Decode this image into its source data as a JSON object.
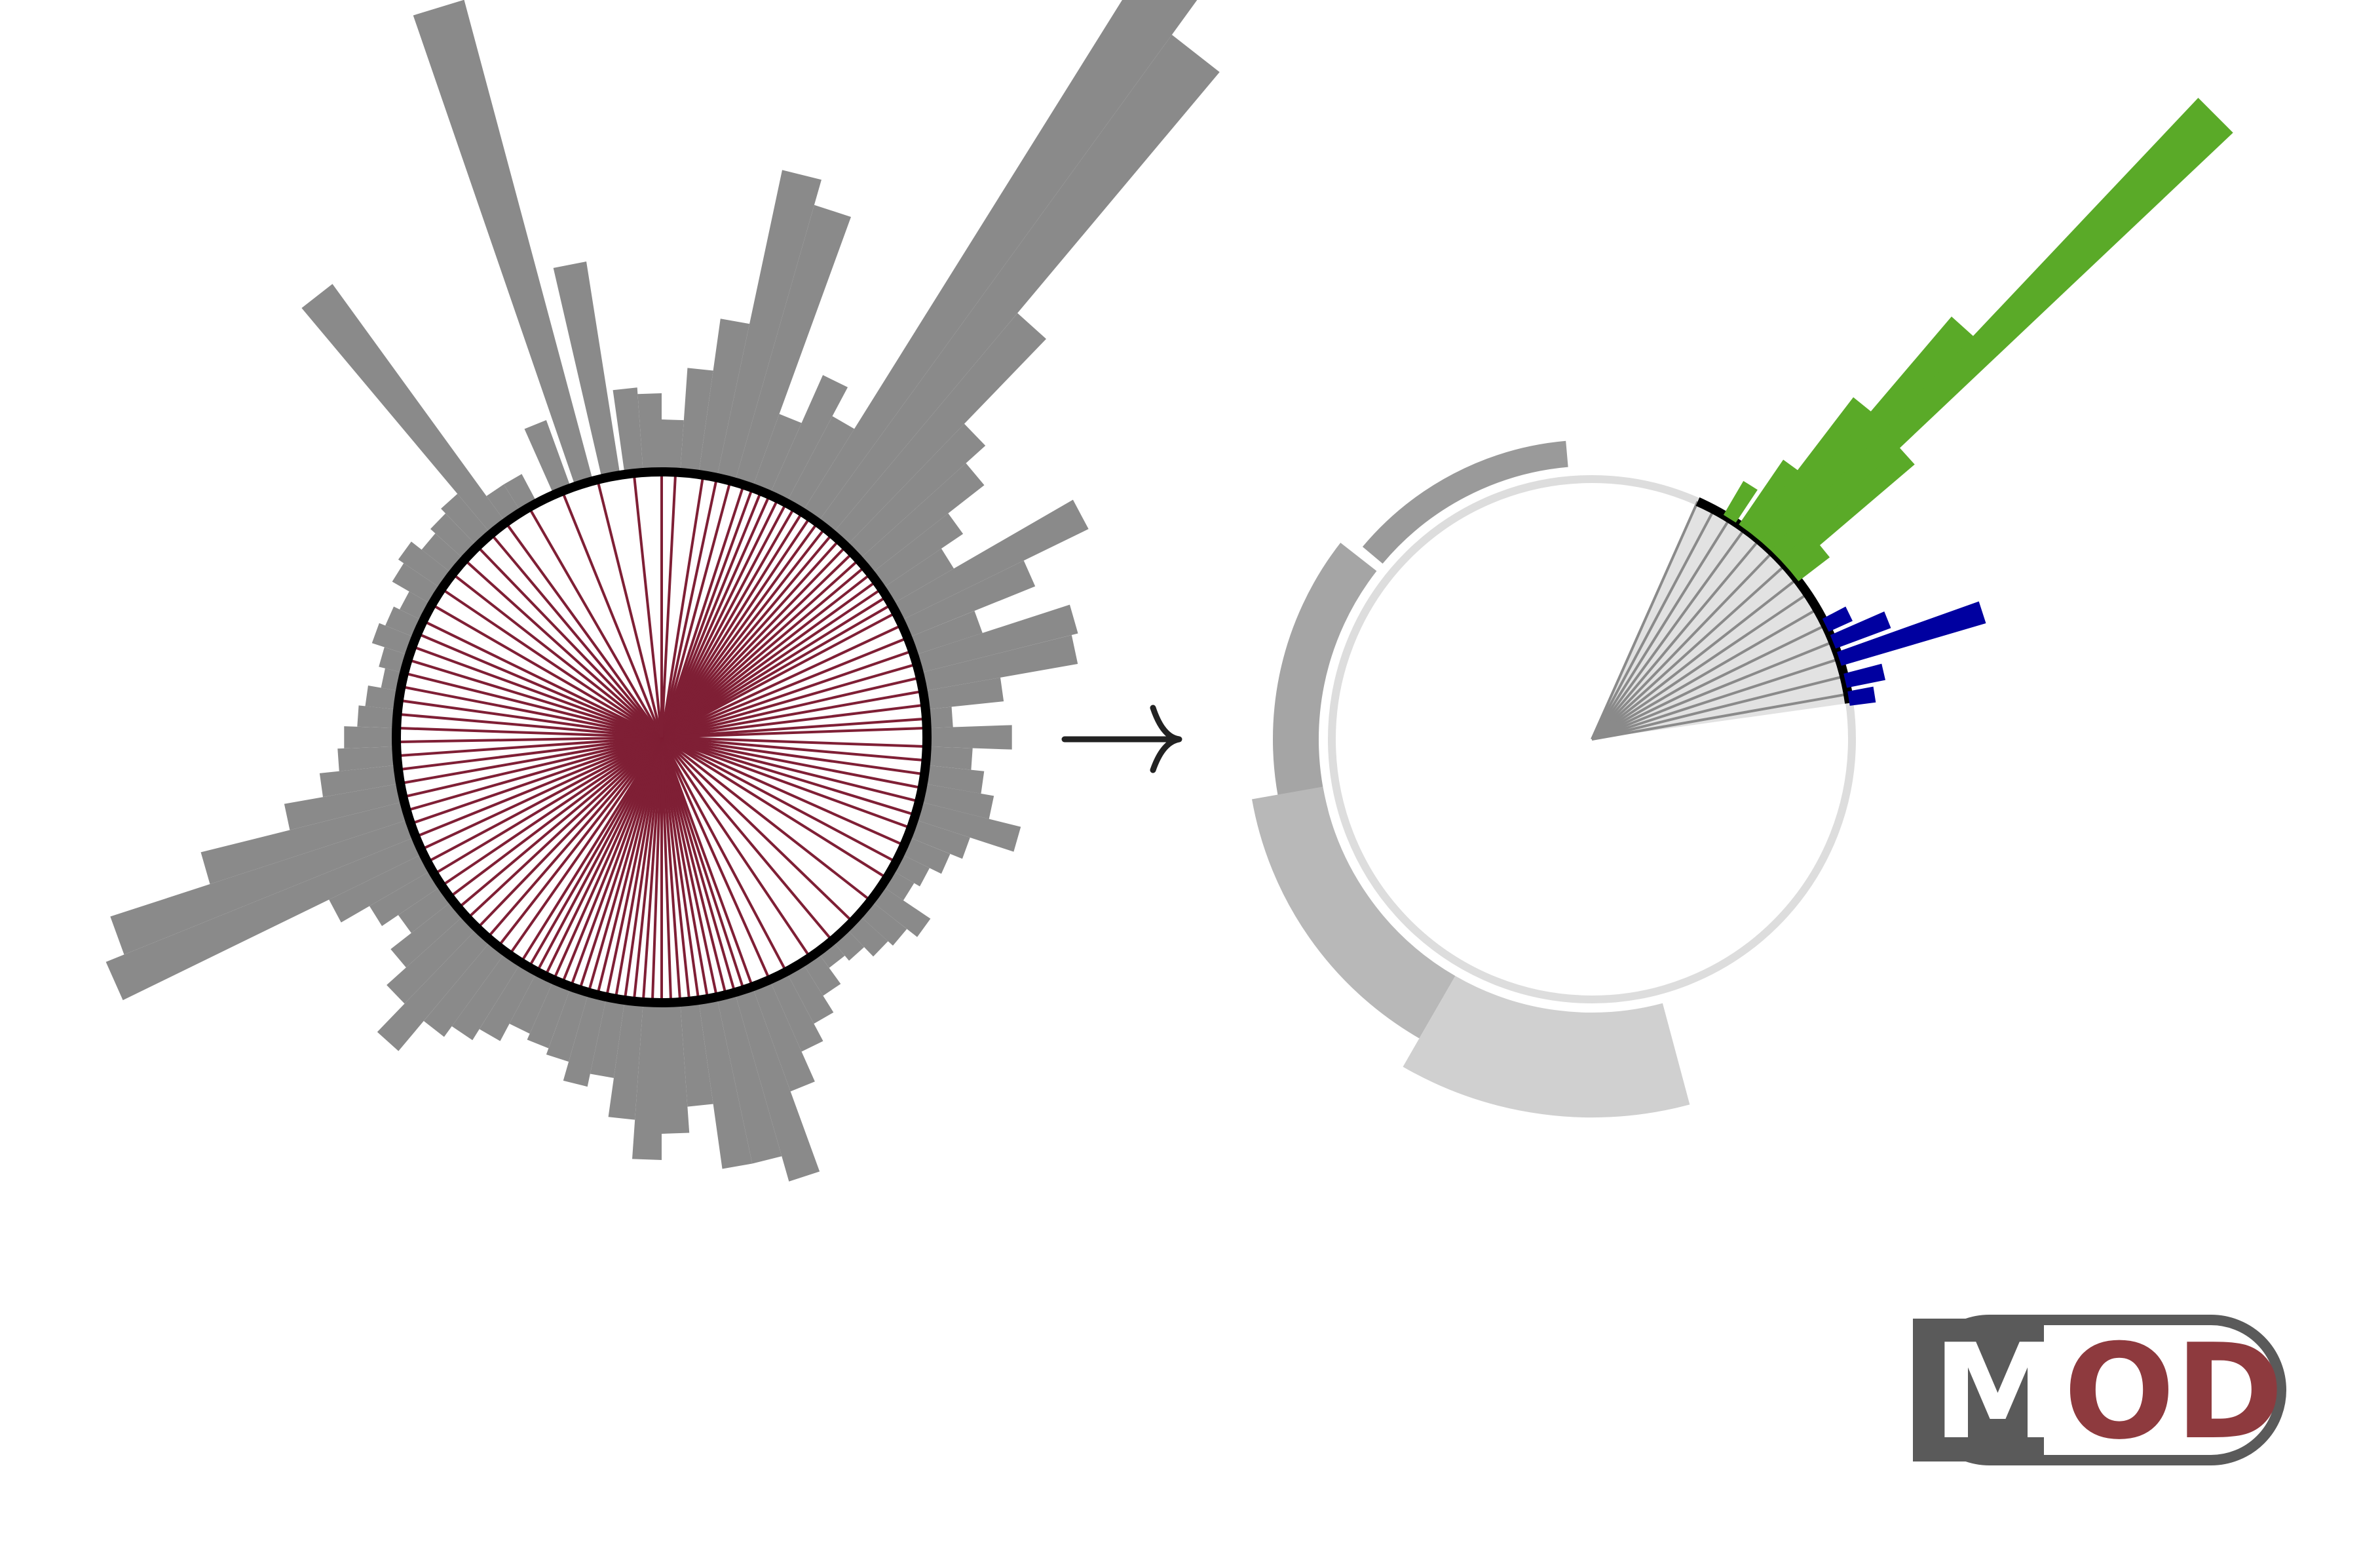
{
  "figure": {
    "left_panel": {
      "ring_color": "#000000",
      "spoke_color": "#7f1f35",
      "bar_color": "#8a8a8a",
      "spoke_angles_deg": [
        -87,
        -81,
        -78,
        -75,
        -72,
        -70,
        -68,
        -66,
        -64,
        -62,
        -60,
        -58,
        -56,
        -54,
        -52,
        -50,
        -48,
        -46,
        -44,
        -42,
        -40,
        -38,
        -36,
        -34,
        -32,
        -30,
        -28,
        -25,
        -22,
        -19,
        -16,
        -13,
        -10,
        -7,
        -4,
        -2,
        2,
        5,
        8,
        11,
        14,
        17,
        20,
        24,
        28,
        32,
        38,
        44,
        50,
        56,
        62,
        66,
        70,
        72,
        74,
        76,
        78,
        80,
        82,
        84,
        86,
        88,
        90,
        92,
        94,
        96,
        98,
        100,
        102,
        104,
        106,
        108,
        110,
        112,
        114,
        116,
        118,
        120,
        122,
        125,
        128,
        131,
        134,
        137,
        140,
        143,
        146,
        149,
        152,
        155,
        158,
        161,
        164,
        167,
        170,
        173,
        176,
        179,
        182,
        185,
        188,
        191,
        194,
        197,
        200,
        203,
        206,
        210,
        214,
        218,
        222,
        226,
        230,
        234,
        240,
        248,
        256,
        264,
        270
      ],
      "bar_angles_deg": [
        -112,
        -107,
        -101,
        -96,
        -92,
        -88,
        -84,
        -80,
        -76,
        -72,
        -68,
        -64,
        -60,
        -56,
        -52,
        -48,
        -44,
        -40,
        -36,
        -32,
        -28,
        -24,
        -20,
        -16,
        -12,
        -8,
        -4,
        0,
        4,
        8,
        12,
        16,
        20,
        24,
        28,
        32,
        36,
        40,
        44,
        48,
        52,
        56,
        60,
        64,
        68,
        72,
        76,
        80,
        84,
        88,
        92,
        96,
        100,
        104,
        108,
        112,
        116,
        120,
        124,
        128,
        132,
        136,
        140,
        144,
        148,
        152,
        156,
        160,
        164,
        168,
        172,
        176,
        180,
        184,
        188,
        192,
        196,
        200,
        204,
        208,
        212,
        216,
        220,
        224,
        228,
        232,
        236,
        240
      ],
      "bar_lengths": [
        110,
        760,
        330,
        130,
        120,
        80,
        160,
        240,
        480,
        440,
        120,
        200,
        150,
        1010,
        920,
        440,
        260,
        220,
        150,
        110,
        320,
        210,
        110,
        250,
        240,
        120,
        40,
        130,
        70,
        90,
        110,
        160,
        90,
        70,
        50,
        40,
        90,
        70,
        60,
        40,
        30,
        60,
        90,
        120,
        170,
        300,
        260,
        260,
        160,
        200,
        240,
        180,
        120,
        140,
        110,
        100,
        90,
        120,
        140,
        160,
        220,
        160,
        120,
        80,
        110,
        160,
        510,
        480,
        320,
        180,
        120,
        90,
        80,
        60,
        50,
        30,
        40,
        60,
        50,
        40,
        70,
        80,
        60,
        70,
        80,
        450
      ]
    },
    "arrow": {
      "glyph": "→",
      "color": "#222222"
    },
    "right_panel": {
      "ring_color": "#dddddd",
      "highlight_arc_color": "#000000",
      "sector_fill": "#e2e2e2",
      "spoke_color": "#8a8a8a",
      "green_color": "#5aaa28",
      "blue_color": "#0000a0",
      "outer_arcs": [
        {
          "start_deg": -95,
          "end_deg": -140,
          "color": "#9a9a9a"
        },
        {
          "start_deg": -142,
          "end_deg": -195,
          "color": "#a5a5a5"
        },
        {
          "start_deg": 170,
          "end_deg": 120,
          "color": "#b8b8b8"
        },
        {
          "start_deg": 120,
          "end_deg": 75,
          "color": "#d0d0d0"
        }
      ],
      "spoke_angles_deg": [
        -66,
        -62,
        -58,
        -54,
        -50,
        -46,
        -42,
        -38,
        -34,
        -30,
        -26,
        -22,
        -18,
        -14,
        -10
      ],
      "green_bars": [
        {
          "angle": -58,
          "len": 60
        },
        {
          "angle": -54,
          "len": 120
        },
        {
          "angle": -51,
          "len": 260
        },
        {
          "angle": -48,
          "len": 450
        },
        {
          "angle": -45,
          "len": 950
        },
        {
          "angle": -42,
          "len": 250
        },
        {
          "angle": -39,
          "len": 60
        }
      ],
      "blue_bars": [
        {
          "angle": -26,
          "len": 40
        },
        {
          "angle": -22,
          "len": 90
        },
        {
          "angle": -18,
          "len": 230
        },
        {
          "angle": -13,
          "len": 60
        },
        {
          "angle": -9,
          "len": 40
        }
      ]
    },
    "logo": {
      "letter_m": "M",
      "letters_od": "OD",
      "dark_color": "#5a5a5a",
      "accent_color": "#8e3a3e"
    }
  }
}
